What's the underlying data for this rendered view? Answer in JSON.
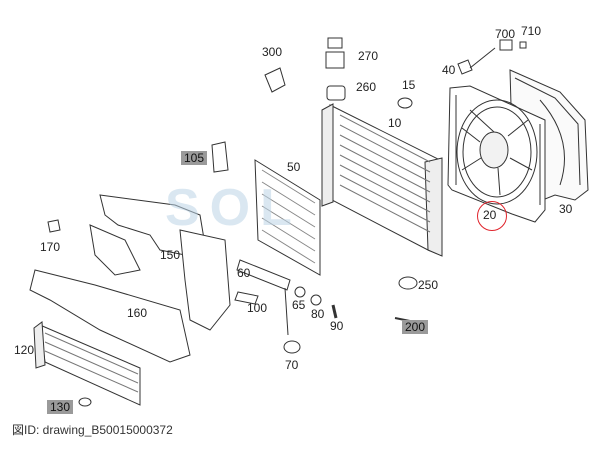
{
  "watermark": "SOL",
  "caption": "図ID: drawing_B50015000372",
  "labels": {
    "p300": "300",
    "p270": "270",
    "p260": "260",
    "p15": "15",
    "p10": "10",
    "p700": "700",
    "p710": "710",
    "p40": "40",
    "p105": "105",
    "p50": "50",
    "p30": "30",
    "p20": "20",
    "p170": "170",
    "p150": "150",
    "p60": "60",
    "p100": "100",
    "p65": "65",
    "p80": "80",
    "p90": "90",
    "p250": "250",
    "p200": "200",
    "p160": "160",
    "p120": "120",
    "p70": "70",
    "p130": "130"
  },
  "highlight_color": "#9a9a9a",
  "callout_color": "#e0242c"
}
